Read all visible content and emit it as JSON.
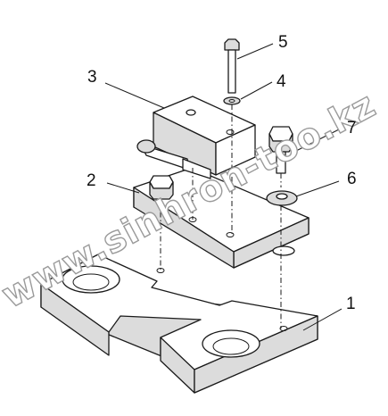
{
  "callouts": [
    {
      "number": "1"
    },
    {
      "number": "2"
    },
    {
      "number": "3"
    },
    {
      "number": "4"
    },
    {
      "number": "5"
    },
    {
      "number": "6"
    },
    {
      "number": "7"
    }
  ],
  "watermark": "www.sinhron-too.kz"
}
